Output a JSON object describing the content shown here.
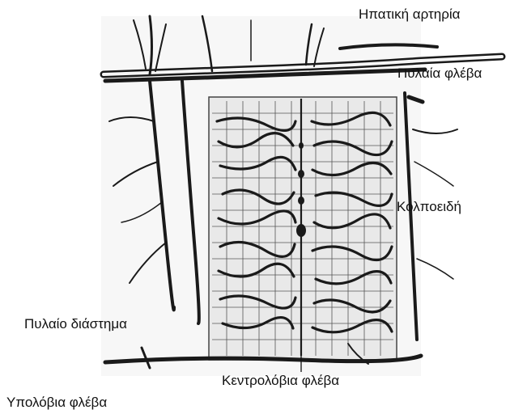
{
  "labels": {
    "hepatic_artery": "Ηπατική αρτηρία",
    "portal_vein": "Πυλαία φλέβα",
    "sinusoids": "Κολποειδή",
    "portal_space": "Πυλαίο διάστημα",
    "central_vein": "Κεντρολόβια φλέβα",
    "sublobular_vein": "Υπολόβια φλέβα"
  },
  "colors": {
    "background": "#ffffff",
    "ink": "#1a1a1a",
    "tissue": "#eeeeee",
    "text": "#111111"
  }
}
